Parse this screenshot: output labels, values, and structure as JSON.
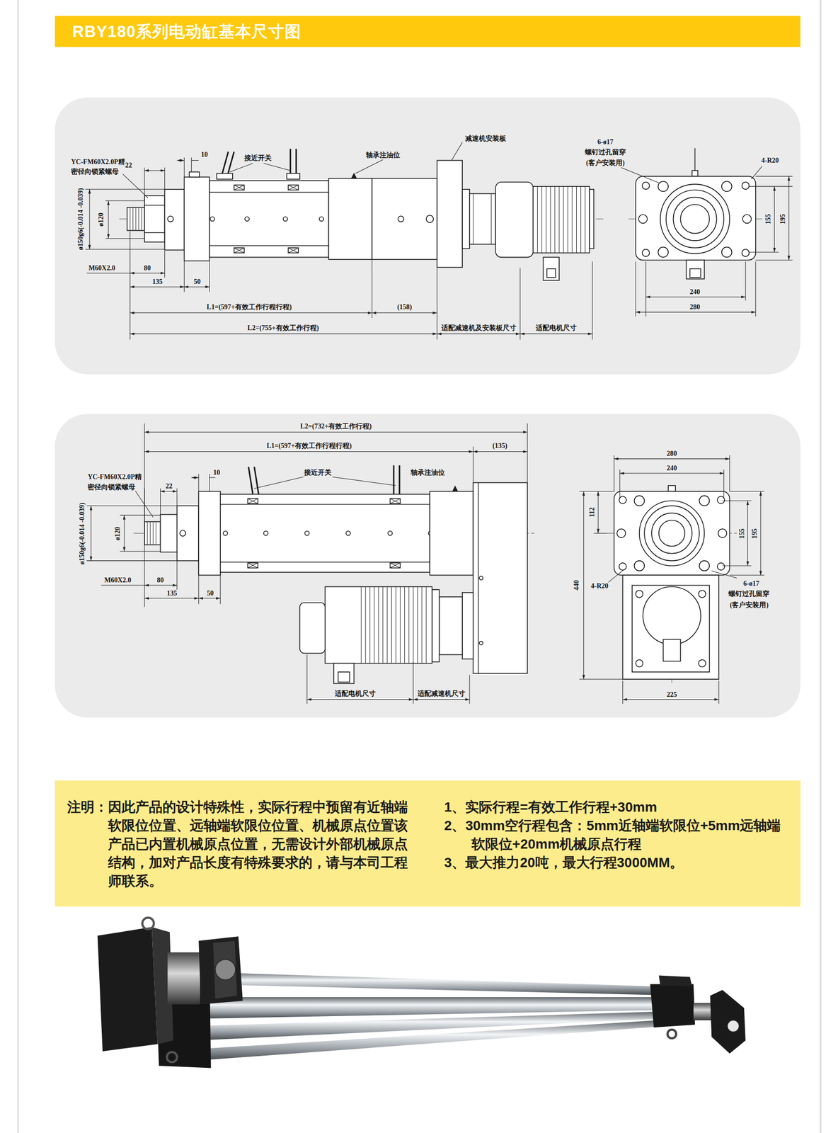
{
  "diagram": {
    "title": "RBY180系列电动缸基本尺寸图",
    "nodes": [
      {
        "text": [
          "注明：因此产品的设计特殊性，实际行程中预留有近轴端软限位位置、远轴端软限位位置、机械原点位置该产品已内置机械原点位置，无需设计外部机械原点结构，加对产品长度有特殊要求的，请与本司工程师联系。",
          "1、实际行程=有效工作行程+30mm",
          "2、30mm空行程包含：5mm近轴端软限位+5mm远轴端软限位+20mm机械原点行程",
          "3、最大推力20吨，最大行程3000MM。"
        ]
      }
    ],
    "labels": [
      "YC-FM60X2.0P精",
      "密径向锁紧螺母",
      "22",
      "10",
      "接近开关",
      "轴承注油位",
      "减速机安装板",
      "6-ø17",
      "螺钉过孔留穿",
      "(客户安装用)",
      "4-R20",
      "ø150g6(-0.014 -0.039)",
      "ø120",
      "M60X2.0",
      "80",
      "135",
      "50",
      "155",
      "195",
      "240",
      "280",
      "L1=(597+有效工作行程行程)",
      "(158)",
      "L2=(755+有效工作行程)",
      "适配减速机及安装板尺寸",
      "适配电机尺寸",
      "L2=(732+有效工作行程)",
      "L1=(597+有效工作行程行程)",
      "(135)",
      "YC-FM60X2.0P精",
      "密径向锁紧螺母",
      "22",
      "10",
      "接近开关",
      "轴承注油位",
      "ø150g6(-0.014 -0.039)",
      "ø120",
      "M60X2.0",
      "80",
      "135",
      "50",
      "适配电机尺寸",
      "适配减速机尺寸",
      "280",
      "240",
      "112",
      "440",
      "155",
      "195",
      "4-R20",
      "6-ø17",
      "螺钉过孔留穿",
      "(客户安装用)",
      "225"
    ]
  }
}
